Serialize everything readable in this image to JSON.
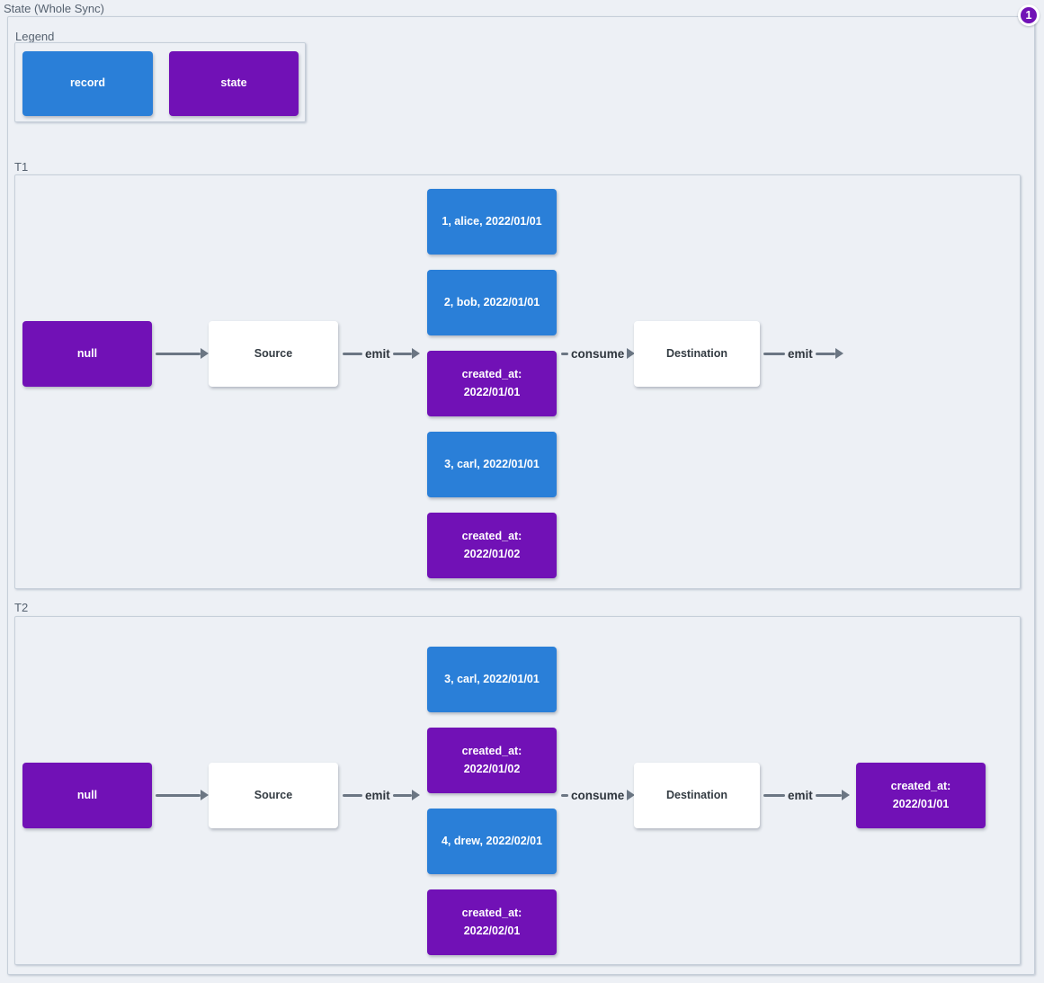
{
  "page": {
    "title": "State (Whole Sync)",
    "badge": "1",
    "background": "#edf0f5"
  },
  "colors": {
    "record": "#2a7fd8",
    "state": "#7111b6",
    "plain": "#ffffff",
    "arrow": "#6b7683"
  },
  "legend": {
    "label": "Legend",
    "items": [
      {
        "type": "record",
        "label": "record"
      },
      {
        "type": "state",
        "label": "state"
      }
    ]
  },
  "sections": [
    {
      "label": "T1",
      "start_label": "null",
      "source_label": "Source",
      "emit_label": "emit",
      "consume_label": "consume",
      "destination_label": "Destination",
      "emit_out_label": "emit",
      "stack": [
        {
          "type": "record",
          "text": "1, alice, 2022/01/01"
        },
        {
          "type": "record",
          "text": "2, bob, 2022/01/01"
        },
        {
          "type": "state",
          "text": "created_at: 2022/01/01"
        },
        {
          "type": "record",
          "text": "3, carl, 2022/01/01"
        },
        {
          "type": "state",
          "text": "created_at: 2022/01/02"
        }
      ],
      "result": null
    },
    {
      "label": "T2",
      "start_label": "null",
      "source_label": "Source",
      "emit_label": "emit",
      "consume_label": "consume",
      "destination_label": "Destination",
      "emit_out_label": "emit",
      "stack": [
        {
          "type": "record",
          "text": "3, carl, 2022/01/01"
        },
        {
          "type": "state",
          "text": "created_at: 2022/01/02"
        },
        {
          "type": "record",
          "text": "4, drew, 2022/02/01"
        },
        {
          "type": "state",
          "text": "created_at: 2022/02/01"
        }
      ],
      "result": {
        "type": "state",
        "text": "created_at: 2022/01/01"
      }
    }
  ]
}
